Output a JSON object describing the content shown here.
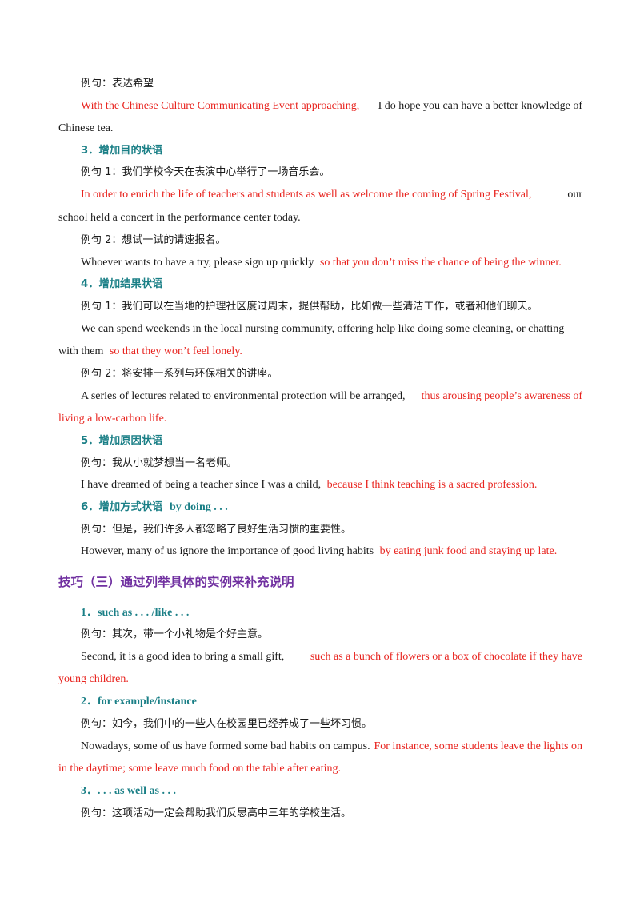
{
  "lines": {
    "l1": "例句：表达希望",
    "l2a": "With the Chinese Culture Communicating Event approaching,",
    "l2b": "I do hope you can have a better knowledge of",
    "l3": "Chinese tea.",
    "h3": "3．增加目的状语",
    "l4": "例句 1：我们学校今天在表演中心举行了一场音乐会。",
    "l5a": "In order to enrich the life of teachers and students as well as welcome the coming of Spring Festival,",
    "l5b": "our",
    "l6": "school held a concert in the performance center today.",
    "l7": "例句 2：想试一试的请速报名。",
    "l8a": "Whoever wants to have a try, please sign up quickly",
    "l8b": "so that you don’t miss the chance of being the winner.",
    "h4": "4．增加结果状语",
    "l9": "例句 1：我们可以在当地的护理社区度过周末，提供帮助，比如做一些清洁工作，或者和他们聊天。",
    "l10": "We can spend weekends in the local nursing community, offering help like doing some cleaning, or chatting",
    "l11a": "with them",
    "l11b": "so that they won’t feel lonely.",
    "l12": "例句 2：将安排一系列与环保相关的讲座。",
    "l13a": "A series of lectures related to environmental protection will be arranged,",
    "l13b": "thus arousing people’s awareness of",
    "l14": "living a low-carbon life.",
    "h5": "5．增加原因状语",
    "l15": "例句：我从小就梦想当一名老师。",
    "l16a": "I have dreamed of being a teacher since I was a child,",
    "l16b": "because I think teaching is a sacred profession.",
    "h6a": "6．增加方式状语",
    "h6b": "by doing . . .",
    "l17": "例句：但是，我们许多人都忽略了良好生活习惯的重要性。",
    "l18a": "However, many of us ignore the importance of good living habits",
    "l18b": "by eating junk food and staying up late.",
    "sec3": "技巧（三）通过列举具体的实例来补充说明",
    "s1": "1．such as . . . /like . . .",
    "l19": "例句：其次，带一个小礼物是个好主意。",
    "l20a": "Second, it is a good idea to bring a small gift,",
    "l20b": "such as a bunch of flowers or a box of chocolate if they have",
    "l21": "young children.",
    "s2": "2．for example/instance",
    "l22": "例句：如今，我们中的一些人在校园里已经养成了一些坏习惯。",
    "l23a": "Nowadays, some of us have formed some bad habits on campus.",
    "l23b": "For instance, some students leave the lights on",
    "l24": "in the daytime; some leave much food on the table after eating.",
    "s3": "3．. . . as well as . . .",
    "l25": "例句：这项活动一定会帮助我们反思高中三年的学校生活。"
  },
  "colors": {
    "highlight": "#e8231e",
    "heading": "#1a7f86",
    "section": "#7030a0"
  }
}
